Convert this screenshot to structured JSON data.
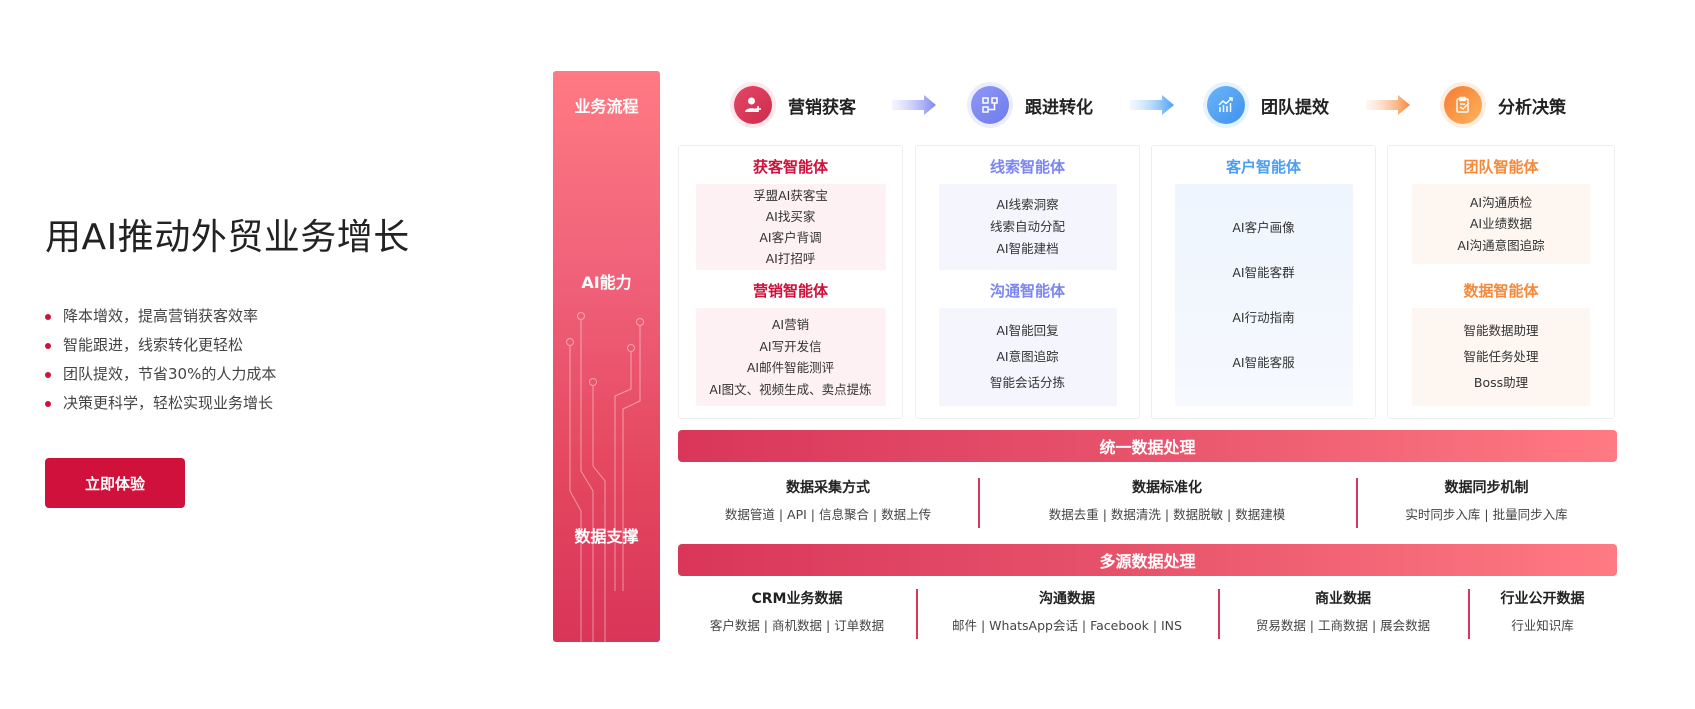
{
  "hero": {
    "title": "用AI推动外贸业务增长",
    "bullets": [
      "降本增效，提高营销获客效率",
      "智能跟进，线索转化更轻松",
      "团队提效，节省30%的人力成本",
      "决策更科学，轻松实现业务增长"
    ],
    "cta_label": "立即体验",
    "accent_color": "#d0113b"
  },
  "rail": {
    "labels": [
      "业务流程",
      "AI能力",
      "数据支撑"
    ]
  },
  "process": {
    "steps": [
      {
        "label": "营销获客",
        "icon": "user-add-icon",
        "color": "#d9365a"
      },
      {
        "label": "跟进转化",
        "icon": "flow-nodes-icon",
        "color": "#7b86f2"
      },
      {
        "label": "团队提效",
        "icon": "trend-chart-icon",
        "color": "#4a9ef4"
      },
      {
        "label": "分析决策",
        "icon": "clipboard-check-icon",
        "color": "#f5893a"
      }
    ]
  },
  "agents": [
    {
      "groups": [
        {
          "title": "获客智能体",
          "items": [
            "孚盟AI获客宝",
            "AI找买家",
            "AI客户背调",
            "AI打招呼"
          ]
        },
        {
          "title": "营销智能体",
          "items": [
            "AI营销",
            "AI写开发信",
            "AI邮件智能测评",
            "AI图文、视频生成、卖点提炼"
          ]
        }
      ],
      "title_color": "#d0113b",
      "box_color": "#fdf1f3"
    },
    {
      "groups": [
        {
          "title": "线索智能体",
          "items": [
            "AI线索洞察",
            "线索自动分配",
            "AI智能建档"
          ]
        },
        {
          "title": "沟通智能体",
          "items": [
            "AI智能回复",
            "AI意图追踪",
            "智能会话分拣"
          ]
        }
      ],
      "title_color": "#7b86f2",
      "box_color": "#f4f5fd"
    },
    {
      "groups": [
        {
          "title": "客户智能体",
          "items": [
            "AI客户画像",
            "AI智能客群",
            "AI行动指南",
            "AI智能客服"
          ]
        }
      ],
      "title_color": "#4a9ef4",
      "box_color": "#f1f7fe"
    },
    {
      "groups": [
        {
          "title": "团队智能体",
          "items": [
            "AI沟通质检",
            "AI业绩数据",
            "AI沟通意图追踪"
          ]
        },
        {
          "title": "数据智能体",
          "items": [
            "智能数据助理",
            "智能任务处理",
            "Boss助理"
          ]
        }
      ],
      "title_color": "#f5893a",
      "box_color": "#fdf6f1"
    }
  ],
  "unified_data": {
    "title": "统一数据处理",
    "columns": [
      {
        "title": "数据采集方式",
        "sub": "数据管道 | API | 信息聚合 | 数据上传"
      },
      {
        "title": "数据标准化",
        "sub": "数据去重 | 数据清洗 | 数据脱敏 | 数据建模"
      },
      {
        "title": "数据同步机制",
        "sub": "实时同步入库 | 批量同步入库"
      }
    ]
  },
  "multi_source": {
    "title": "多源数据处理",
    "columns": [
      {
        "title": "CRM业务数据",
        "sub": "客户数据 | 商机数据 | 订单数据"
      },
      {
        "title": "沟通数据",
        "sub": "邮件 | WhatsApp会话 | Facebook | INS"
      },
      {
        "title": "商业数据",
        "sub": "贸易数据 | 工商数据 | 展会数据"
      },
      {
        "title": "行业公开数据",
        "sub": "行业知识库"
      }
    ]
  }
}
